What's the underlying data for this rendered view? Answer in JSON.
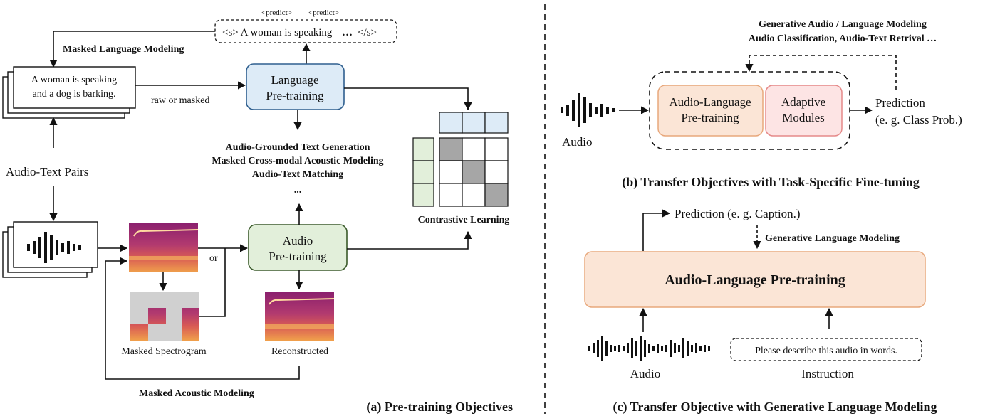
{
  "panel_a": {
    "caption": "(a) Pre-training Objectives",
    "predict_tag_1": "<predict>",
    "predict_tag_2": "<predict>",
    "sequence_start": "<s> A woman is speaking",
    "sequence_ellipsis": "…",
    "sequence_end": "</s>",
    "masked_language_modeling": "Masked Language Modeling",
    "caption_text_line1": "A woman is speaking",
    "caption_text_line2": "and a dog is barking.",
    "raw_or_masked": "raw or masked",
    "language_pretraining_line1": "Language",
    "language_pretraining_line2": "Pre-training",
    "audio_text_pairs": "Audio-Text Pairs",
    "objective_1": "Audio-Grounded Text Generation",
    "objective_2": "Masked Cross-modal Acoustic Modeling",
    "objective_3": "Audio-Text Matching",
    "objective_more": "...",
    "contrastive_learning": "Contrastive Learning",
    "or_label": "or",
    "audio_pretraining_line1": "Audio",
    "audio_pretraining_line2": "Pre-training",
    "masked_spectrogram": "Masked Spectrogram",
    "reconstructed": "Reconstructed",
    "masked_acoustic_modeling": "Masked Acoustic Modeling"
  },
  "panel_b": {
    "caption": "(b) Transfer Objectives with Task-Specific Fine-tuning",
    "tasks_line1": "Generative Audio / Language Modeling",
    "tasks_line2": "Audio Classification, Audio-Text Retrival …",
    "audio_label": "Audio",
    "alp_line1": "Audio-Language",
    "alp_line2": "Pre-training",
    "adaptive_line1": "Adaptive",
    "adaptive_line2": "Modules",
    "prediction_line1": "Prediction",
    "prediction_line2": "(e. g. Class Prob.)"
  },
  "panel_c": {
    "caption": "(c) Transfer Objective with Generative Language Modeling",
    "prediction": "Prediction (e. g. Caption.)",
    "generative_language_modeling": "Generative Language Modeling",
    "alp_box": "Audio-Language Pre-training",
    "audio_label": "Audio",
    "instruction_text": "Please describe this audio in words.",
    "instruction_label": "Instruction"
  },
  "colors": {
    "language_box_fill": "#ddebf7",
    "language_box_stroke": "#2f5f8f",
    "audio_box_fill": "#e2efda",
    "audio_box_stroke": "#3a5a2a",
    "alp_fill": "#fbe5d6",
    "alp_stroke": "#e8a87c",
    "adaptive_fill": "#fde4e4",
    "adaptive_stroke": "#e58a8a",
    "matrix_diagonal": "#a6a6a6",
    "spectrogram_bg": "#b23a6f",
    "spectrogram_band": "#f0a04b",
    "mask_gray": "#d0d0d0"
  },
  "icons": [
    "document-stack-icon",
    "waveform-icon",
    "spectrogram-icon",
    "similarity-matrix-icon"
  ]
}
